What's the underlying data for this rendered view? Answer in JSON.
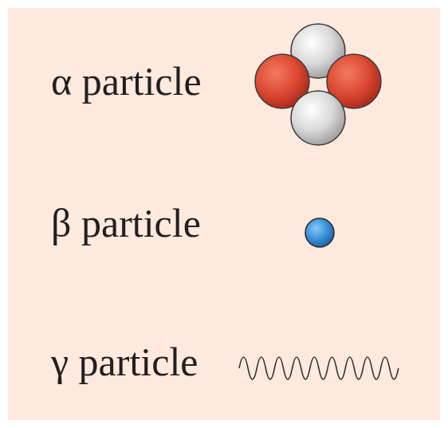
{
  "diagram": {
    "labels": [
      "α particle",
      "β particle",
      "γ particle"
    ]
  }
}
